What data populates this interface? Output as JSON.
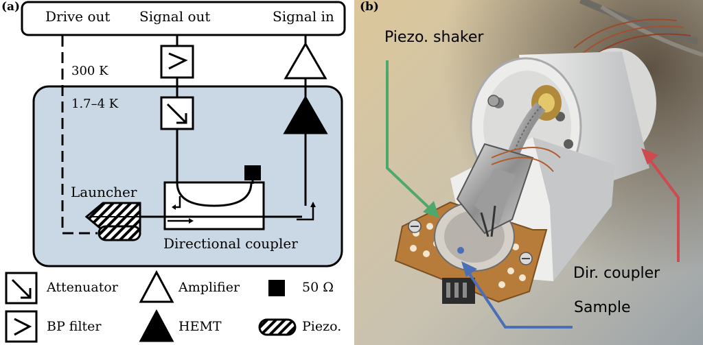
{
  "panel_a": {
    "tag": "(a)",
    "instrument": {
      "drive_out": "Drive out",
      "signal_out": "Signal out",
      "signal_in": "Signal in"
    },
    "temperatures": {
      "warm": "300 K",
      "cold": "1.7–4 K"
    },
    "components": {
      "launcher": "Launcher",
      "directional_coupler": "Directional coupler"
    },
    "legend": {
      "attenuator": "Attenuator",
      "amplifier": "Amplifier",
      "termination": "50 Ω",
      "bp_filter": "BP filter",
      "hemt": "HEMT",
      "piezo": "Piezo."
    },
    "colors": {
      "cold_region": "#c9d8e4"
    }
  },
  "panel_b": {
    "tag": "(b)",
    "labels": {
      "piezo_shaker": "Piezo. shaker",
      "dir_coupler": "Dir. coupler",
      "sample": "Sample"
    },
    "arrow_colors": {
      "piezo_shaker": "#4fa86b",
      "dir_coupler": "#cf4a4f",
      "sample": "#4a6fb7"
    }
  }
}
